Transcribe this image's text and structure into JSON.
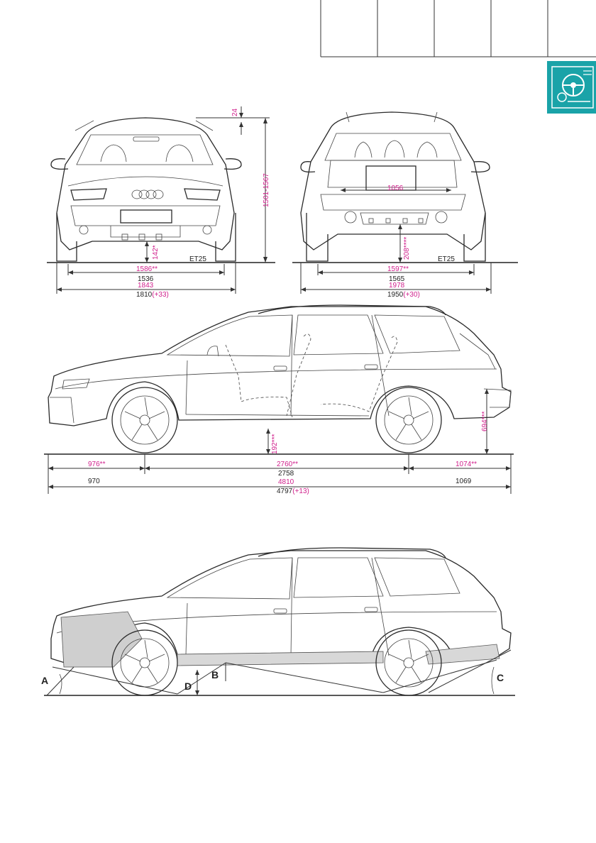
{
  "page": {
    "header_cells": 4,
    "icon": "steering-wheel-chassis-icon",
    "icon_color": "#1aa3a8",
    "accent_color": "#d0208c"
  },
  "front_view": {
    "dim_roof_rail": "24",
    "dim_height": "1501-1567",
    "dim_ground_clearance": "142*",
    "tire_label": "ET25",
    "dim_track_pink": "1586**",
    "dim_track": "1536",
    "dim_width_pink": "1843",
    "dim_width_base": "1810",
    "dim_width_delta": "(+33)"
  },
  "rear_view": {
    "dim_loading_width": "1056",
    "dim_ground_clearance": "208****",
    "tire_label": "ET25",
    "dim_track_pink": "1597**",
    "dim_track": "1565",
    "dim_width_pink": "1978",
    "dim_width_base": "1950",
    "dim_width_delta": "(+30)"
  },
  "side_view": {
    "dim_rear_height": "694***",
    "dim_ground_clearance": "192***",
    "dim_front_overhang_pink": "976**",
    "dim_wheelbase_pink": "2760**",
    "dim_rear_overhang_pink": "1074**",
    "dim_wheelbase": "2758",
    "dim_front_overhang": "970",
    "dim_length_pink": "4810",
    "dim_rear_overhang": "1069",
    "dim_length_base": "4797",
    "dim_length_delta": "(+13)"
  },
  "offroad_view": {
    "angle_a": "A",
    "angle_b": "B",
    "angle_c": "C",
    "angle_d": "D"
  }
}
